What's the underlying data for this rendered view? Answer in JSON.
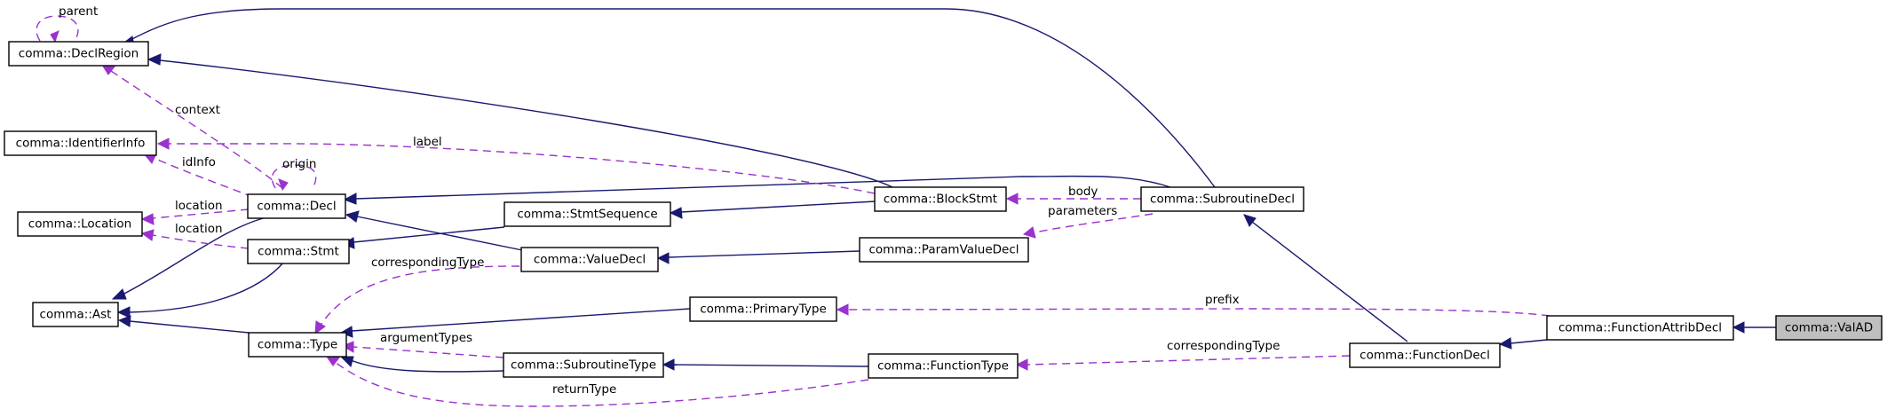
{
  "nodes": {
    "declregion": "comma::DeclRegion",
    "identifierinfo": "comma::IdentifierInfo",
    "location": "comma::Location",
    "ast": "comma::Ast",
    "decl": "comma::Decl",
    "stmt": "comma::Stmt",
    "type": "comma::Type",
    "stmtsequence": "comma::StmtSequence",
    "valuedecl": "comma::ValueDecl",
    "primarytype": "comma::PrimaryType",
    "subroutinetype": "comma::SubroutineType",
    "blockstmt": "comma::BlockStmt",
    "paramvaluedecl": "comma::ParamValueDecl",
    "functiontype": "comma::FunctionType",
    "subroutinedecl": "comma::SubroutineDecl",
    "functiondecl": "comma::FunctionDecl",
    "functionattribdecl": "comma::FunctionAttribDecl",
    "valad": "comma::ValAD"
  },
  "edge_labels": {
    "parent": "parent",
    "context": "context",
    "label": "label",
    "idinfo": "idInfo",
    "origin": "origin",
    "location1": "location",
    "location2": "location",
    "body": "body",
    "parameters": "parameters",
    "correspondingtype1": "correspondingType",
    "prefix": "prefix",
    "argumenttypes": "argumentTypes",
    "correspondingtype2": "correspondingType",
    "returntype": "returnType"
  },
  "colors": {
    "inheritance": "#191970",
    "usage": "#9a32cd",
    "highlighted_node": "#bfbfbf"
  }
}
